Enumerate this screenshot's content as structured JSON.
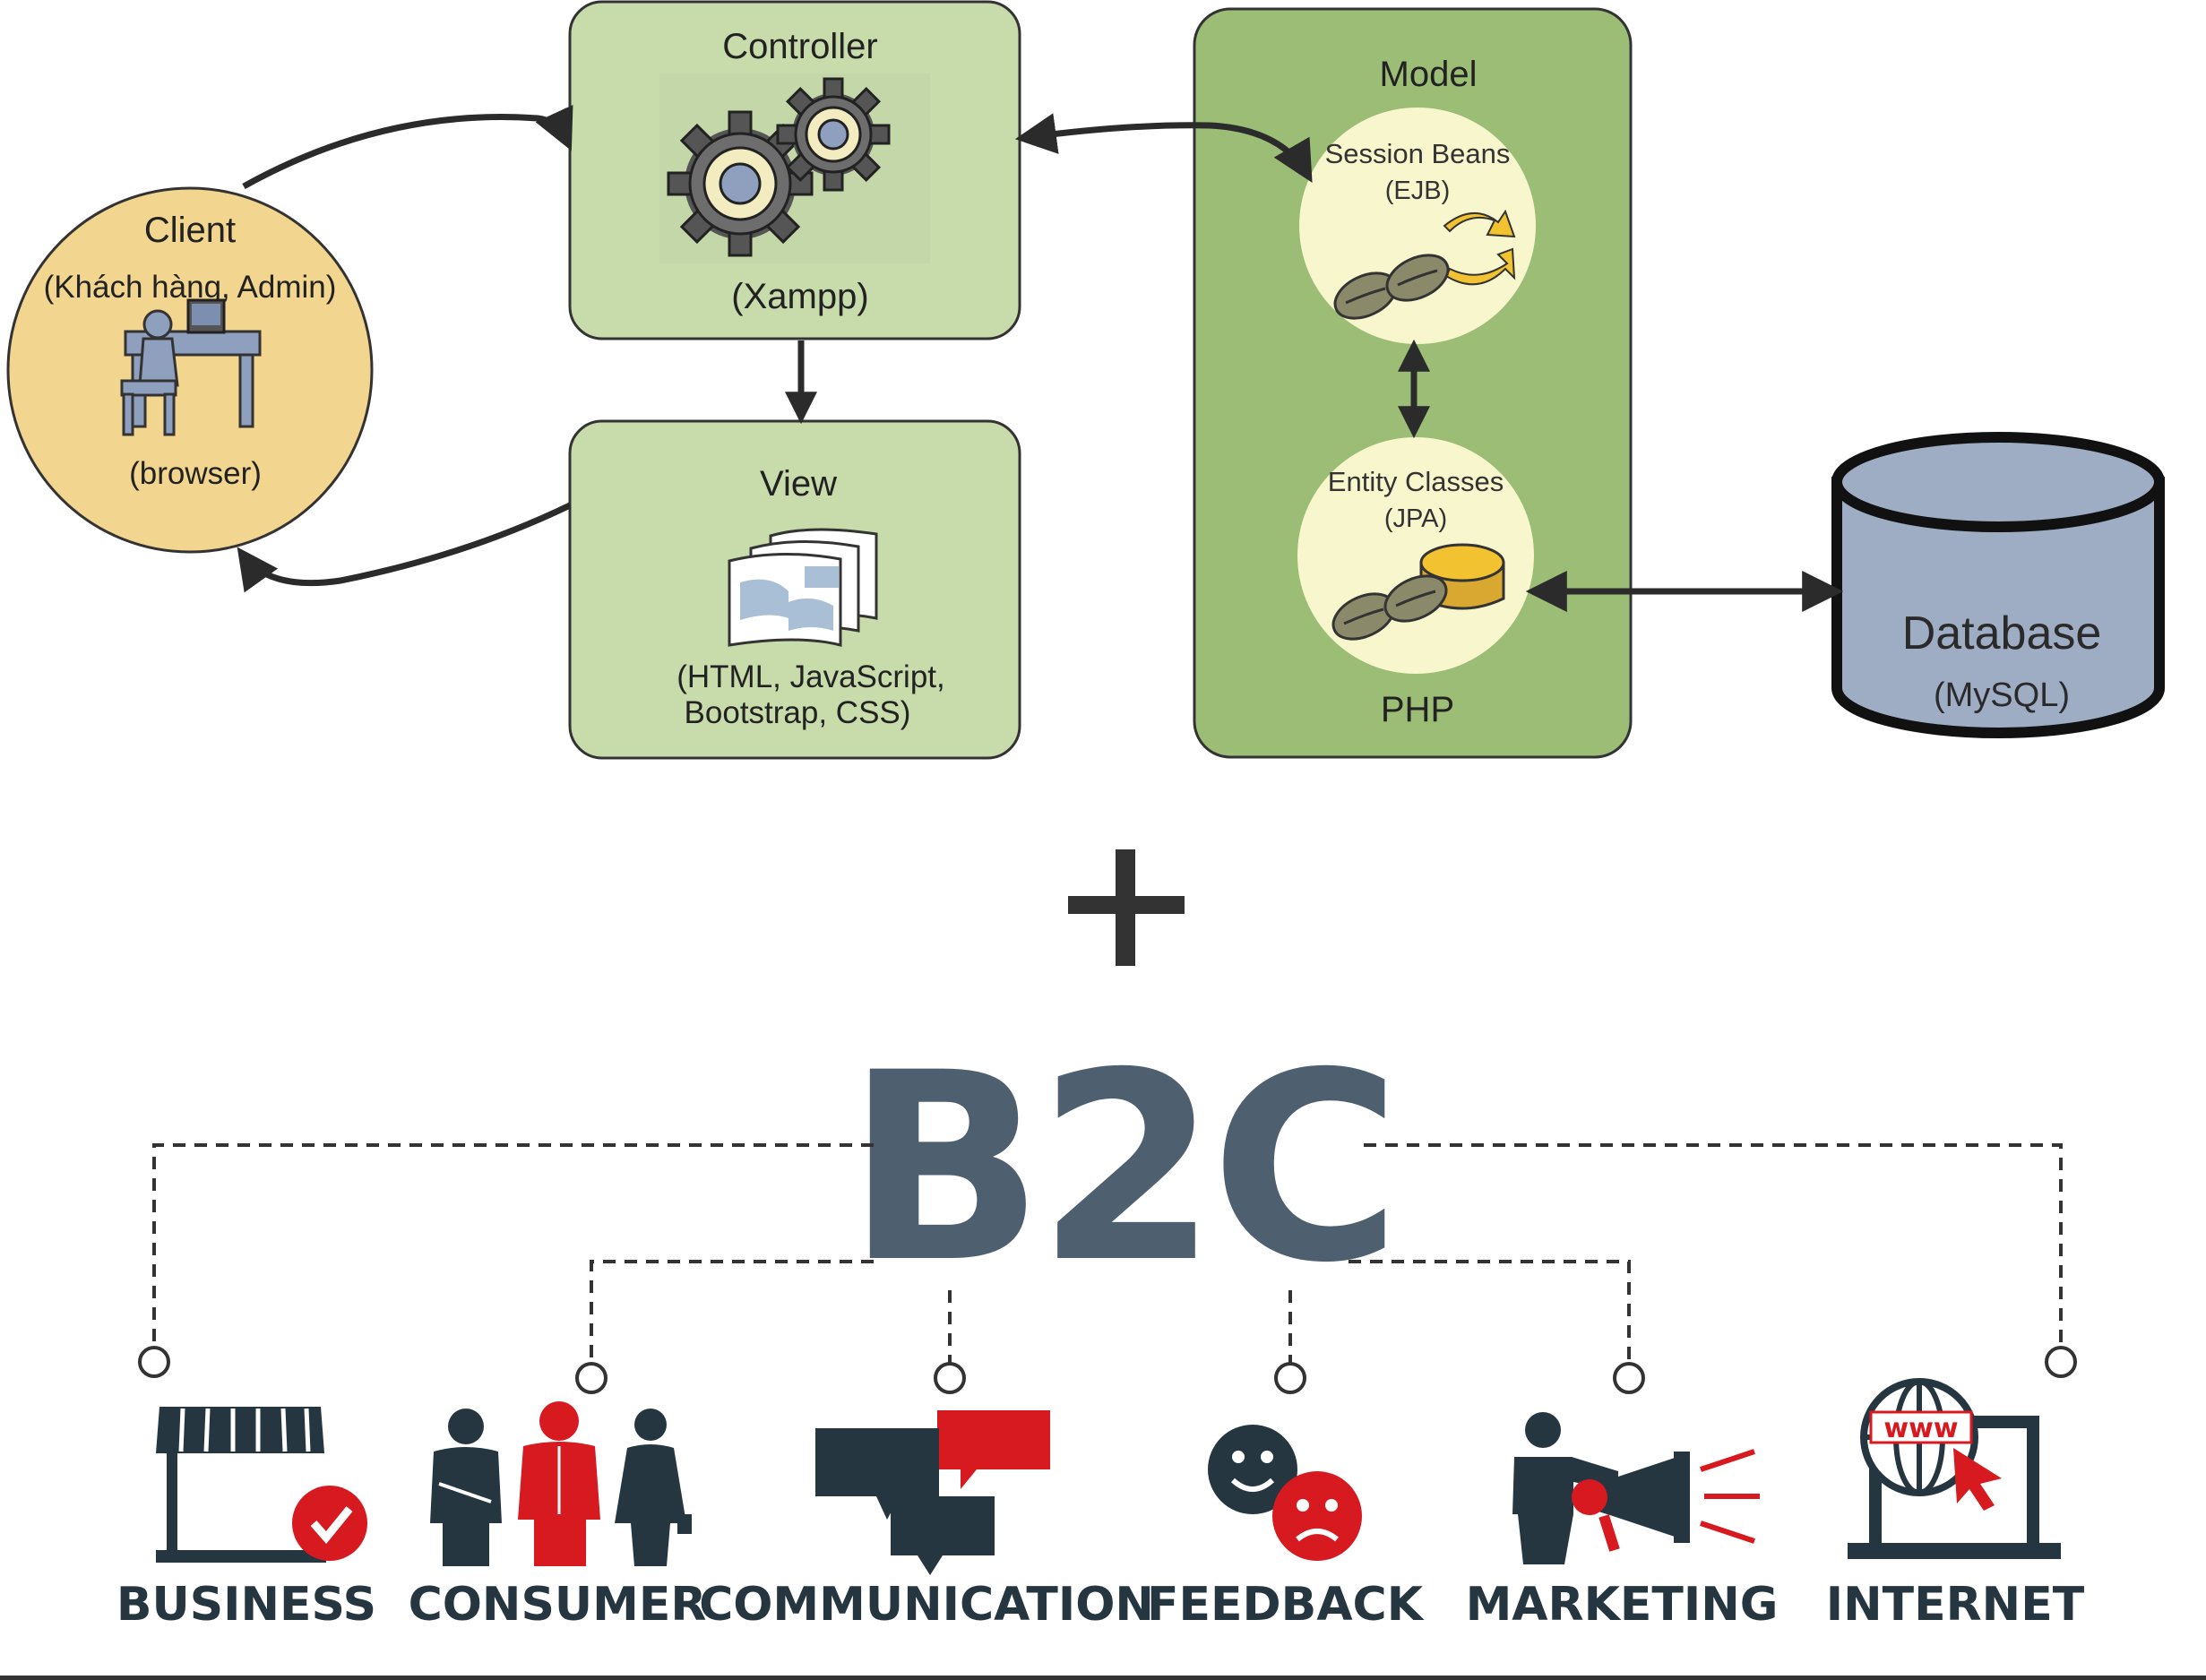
{
  "mvc": {
    "client": {
      "title": "Client",
      "roles": "(Khách hàng, Admin)",
      "caption": "(browser)"
    },
    "controller": {
      "title": "Controller",
      "caption": "(Xampp)"
    },
    "view": {
      "title": "View",
      "caption_line1": "(HTML, JavaScript,",
      "caption_line2": "Bootstrap, CSS)"
    },
    "model": {
      "title": "Model",
      "session_beans_line1": "Session Beans",
      "session_beans_line2": "(EJB)",
      "entity_classes_line1": "Entity Classes",
      "entity_classes_line2": "(JPA)",
      "caption": "PHP"
    },
    "database": {
      "title": "Database",
      "caption": "(MySQL)"
    }
  },
  "plus_sign": "+",
  "b2c": {
    "title": "B2C",
    "items": [
      {
        "label": "BUSINESS",
        "icon": "storefront-icon"
      },
      {
        "label": "CONSUMER",
        "icon": "people-icon"
      },
      {
        "label": "COMMUNICATION",
        "icon": "chat-bubbles-icon"
      },
      {
        "label": "FEEDBACK",
        "icon": "smiley-faces-icon"
      },
      {
        "label": "MARKETING",
        "icon": "megaphone-icon"
      },
      {
        "label": "INTERNET",
        "icon": "www-laptop-icon"
      }
    ]
  },
  "colors": {
    "client_fill": "#f2d58e",
    "light_green": "#c8dbab",
    "model_green": "#9bbd76",
    "database_fill": "#9eadc4",
    "b2c_slate": "#4e6070",
    "icon_dark": "#263640",
    "accent_red": "#d71920"
  }
}
